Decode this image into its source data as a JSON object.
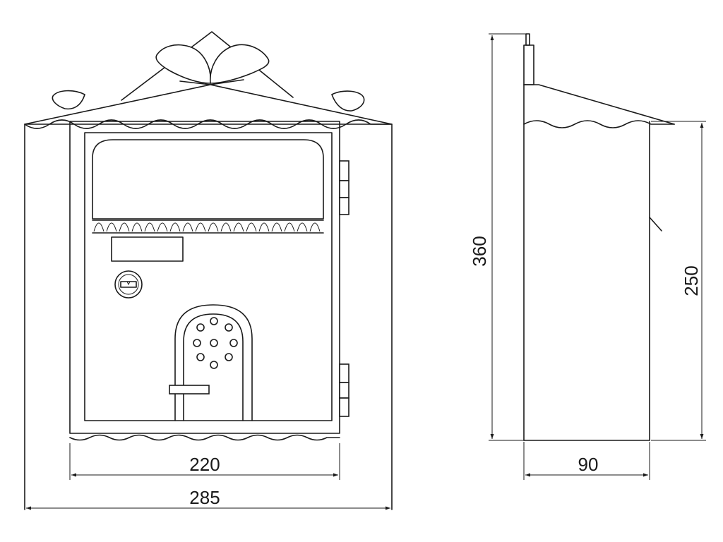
{
  "dimensions": {
    "front_inner_width": "220",
    "front_overall_width": "285",
    "overall_height": "360",
    "side_depth": "90",
    "side_body_height": "250"
  }
}
